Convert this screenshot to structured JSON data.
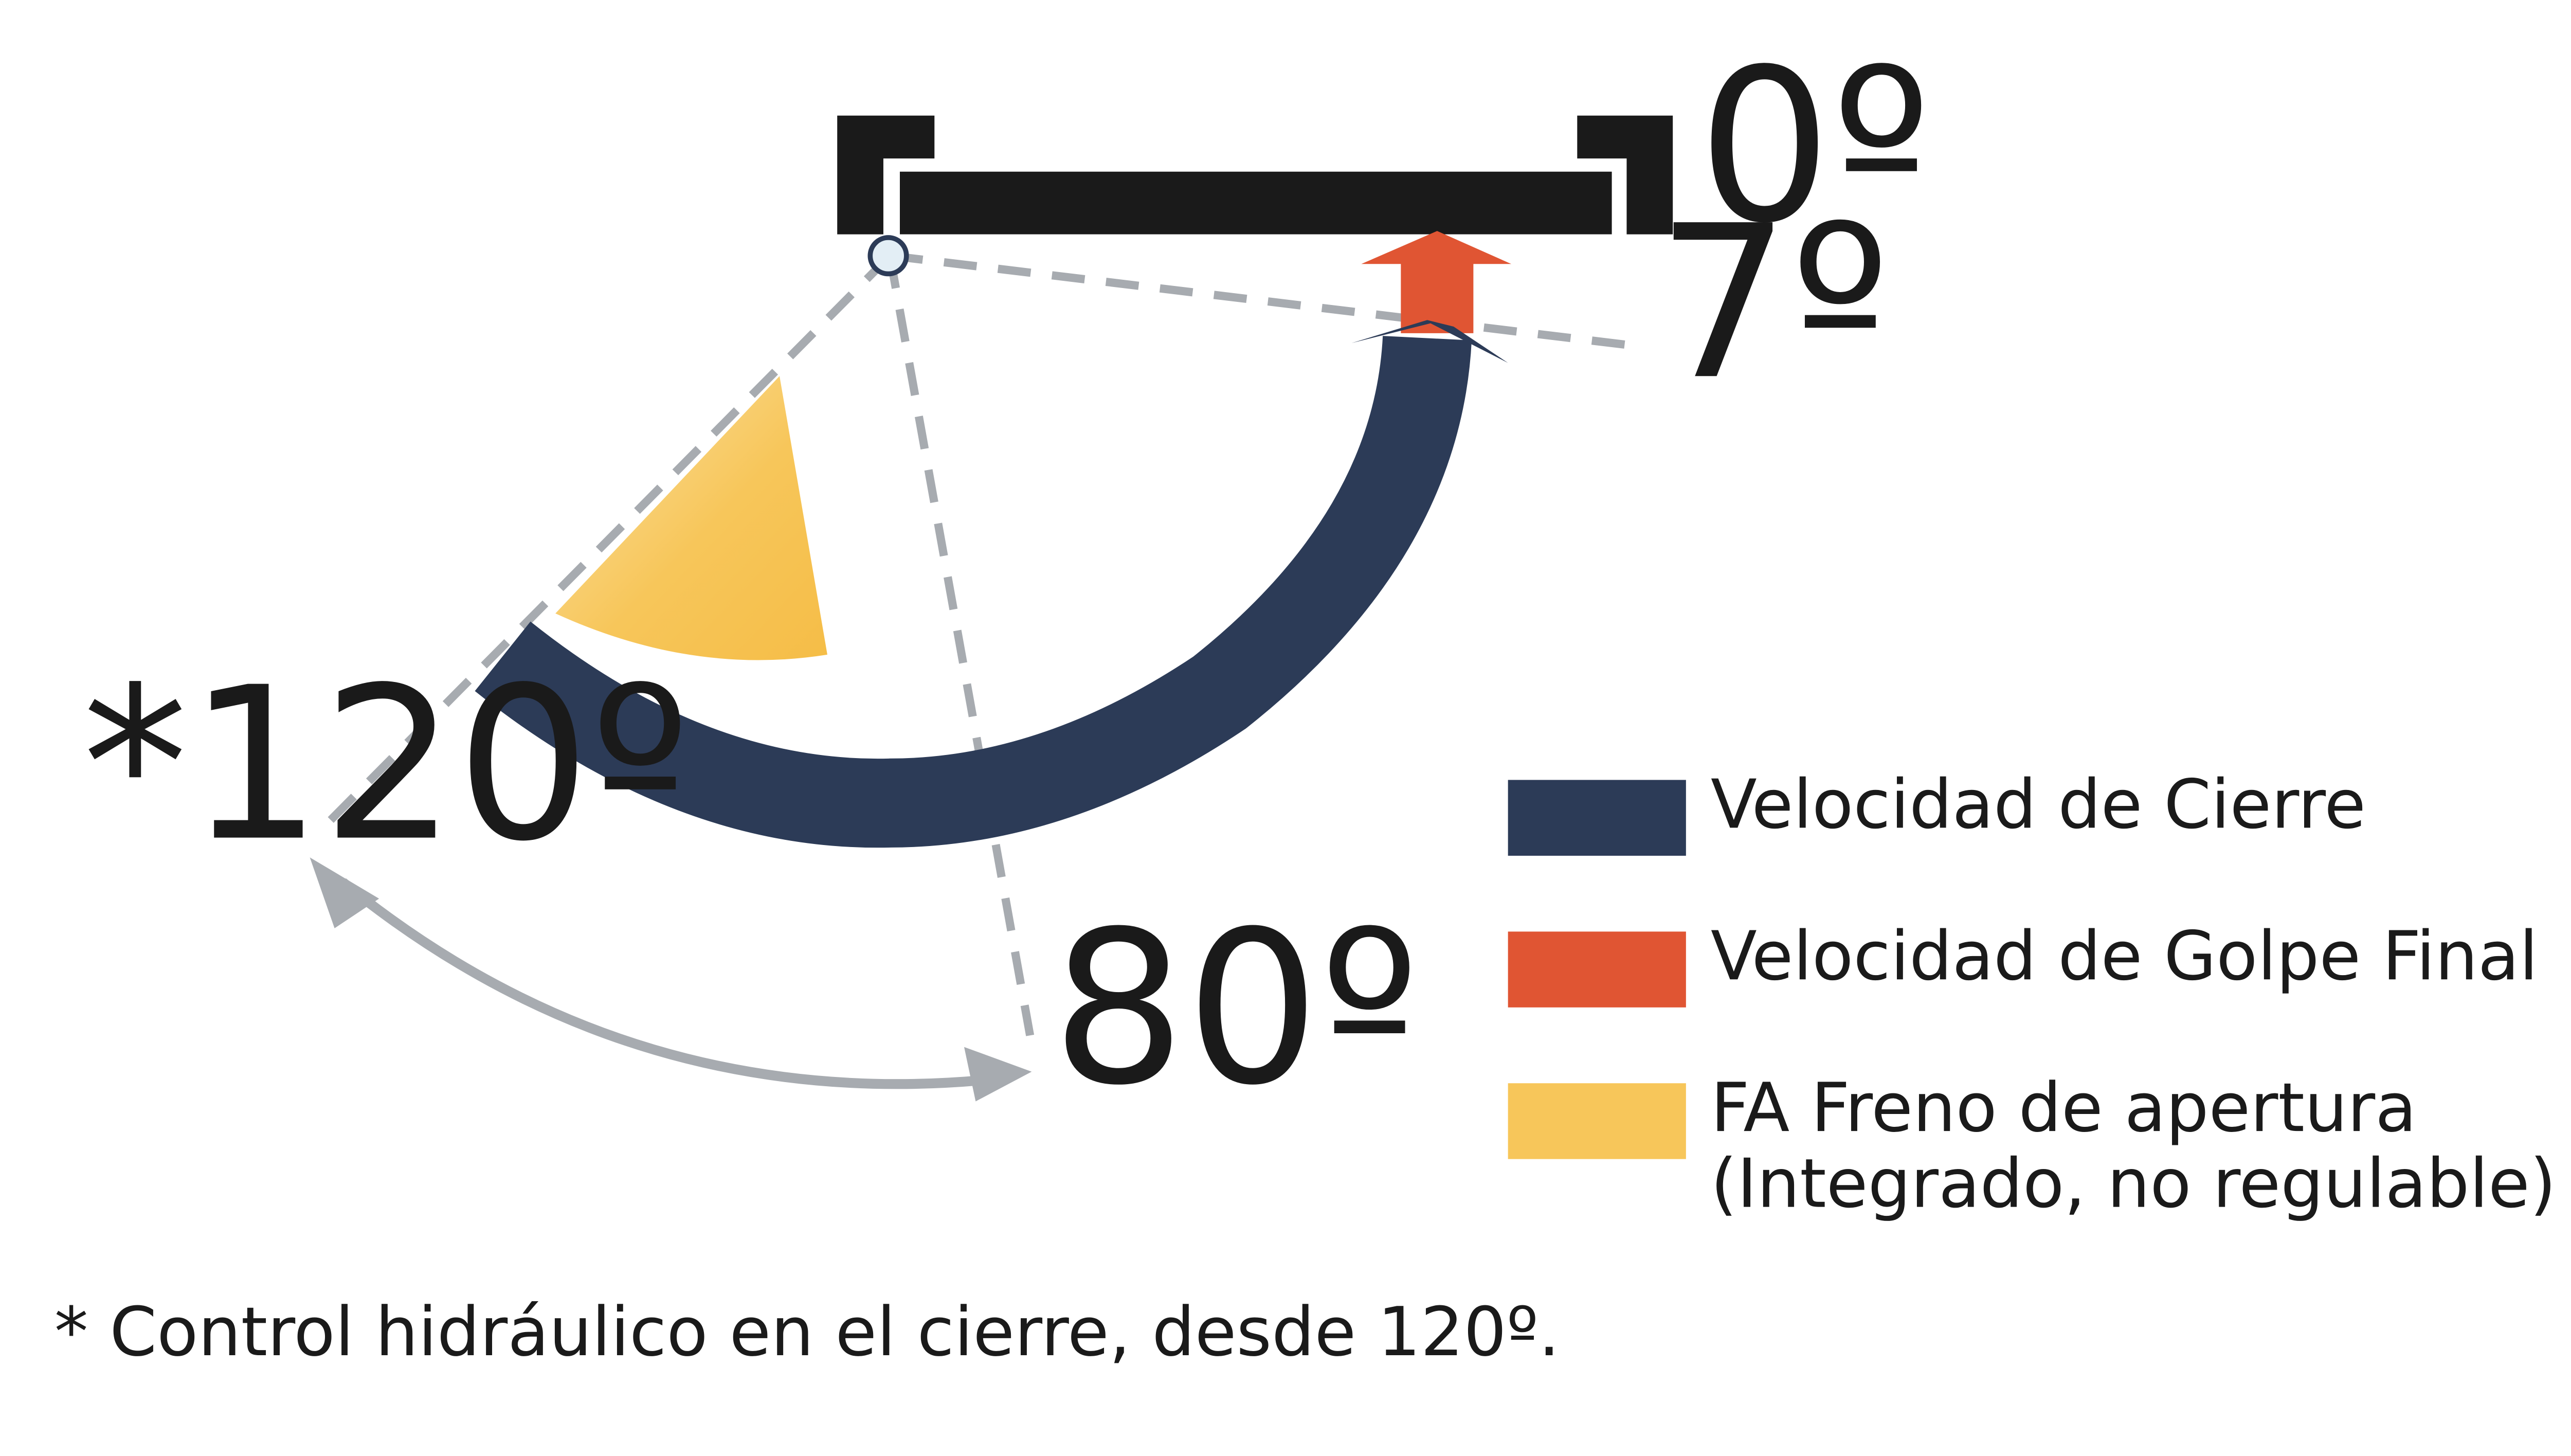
{
  "colors": {
    "closing_speed": "#2c3b57",
    "latching_speed": "#e05533",
    "opening_brake": "#f7c65a",
    "door": "#1a1a1a",
    "dashed": "#a7abb0",
    "arrow": "#a7abb0",
    "text": "#1a1a1a"
  },
  "angles": {
    "zero": "0º",
    "seven": "7º",
    "eighty": "80º",
    "one_twenty": "*120º"
  },
  "legend": {
    "closing_speed": "Velocidad de Cierre",
    "latching_speed": "Velocidad de Golpe Final",
    "opening_brake_line1": "FA Freno de apertura",
    "opening_brake_line2": "(Integrado, no regulable)"
  },
  "footnote": "* Control hidráulico en el cierre, desde 120º."
}
